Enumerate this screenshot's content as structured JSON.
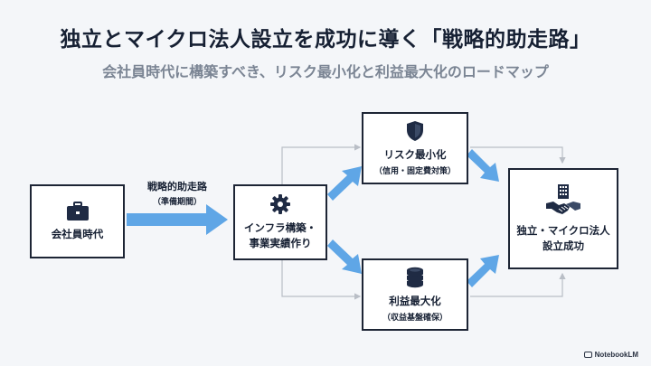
{
  "title": "独立とマイクロ法人設立を成功に導く「戦略的助走路」",
  "subtitle": "会社員時代に構築すべき、リスク最小化と利益最大化のロードマップ",
  "nodes": {
    "employee": {
      "label": "会社員時代",
      "icon": "briefcase-icon"
    },
    "infra": {
      "label_line1": "インフラ構築・",
      "label_line2": "事業実績作り",
      "icon": "gear-icon"
    },
    "risk": {
      "label": "リスク最小化",
      "sub": "（信用・固定費対策）",
      "icon": "shield-icon"
    },
    "profit": {
      "label": "利益最大化",
      "sub": "（収益基盤確保）",
      "icon": "coins-icon"
    },
    "goal": {
      "label_line1": "独立・マイクロ法人",
      "label_line2": "設立成功",
      "icon": "handshake-building-icon"
    }
  },
  "edge_label": {
    "line1": "戦略的助走路",
    "line2": "（準備期間）"
  },
  "colors": {
    "arrow": "#5fa6e6",
    "box_border": "#1d2535",
    "icon": "#1f2b44",
    "connector": "#b9bec6"
  },
  "footer": "NotebookLM"
}
